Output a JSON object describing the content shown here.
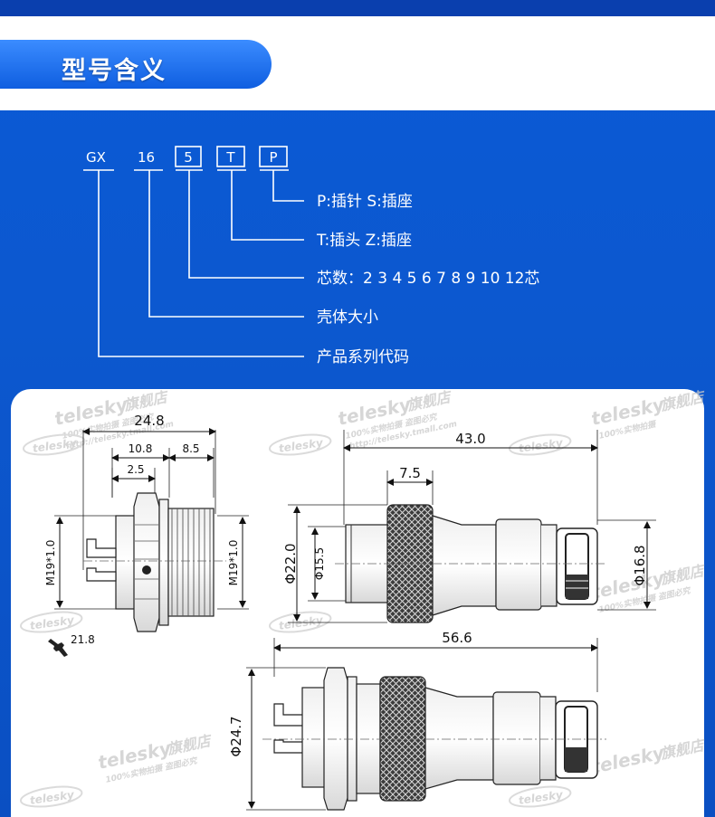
{
  "header": {
    "title": "型号含义"
  },
  "model_code": {
    "prefix": "GX",
    "size": "16",
    "boxes": [
      "5",
      "T",
      "P"
    ]
  },
  "legend": [
    {
      "text": "P:插针      S:插座"
    },
    {
      "text": "T:插头      Z:插座"
    },
    {
      "text": "芯数：2   3   4   5   6   7   8   9   10   12芯"
    },
    {
      "text": "壳体大小"
    },
    {
      "text": "产品系列代码"
    }
  ],
  "watermark": {
    "brand": "telesky",
    "brand_suffix": "旗舰店",
    "line2": "100%实物拍摄  盗图必究",
    "url": "http://telesky.tmall.com",
    "logo": "telesky"
  },
  "dimensions": {
    "socket": {
      "overall_length": "24.8",
      "front_length": "10.8",
      "rear_length": "8.5",
      "flange": "2.5",
      "thread_left": "M19*1.0",
      "thread_right": "M19*1.0",
      "wrench": "21.8"
    },
    "plug": {
      "length": "43.0",
      "nut_length": "7.5",
      "outer_dia": "Φ22.0",
      "inner_dia": "Φ15.5",
      "tail_dia": "Φ16.8"
    },
    "assembly": {
      "length": "56.6",
      "dia": "Φ24.7"
    }
  }
}
